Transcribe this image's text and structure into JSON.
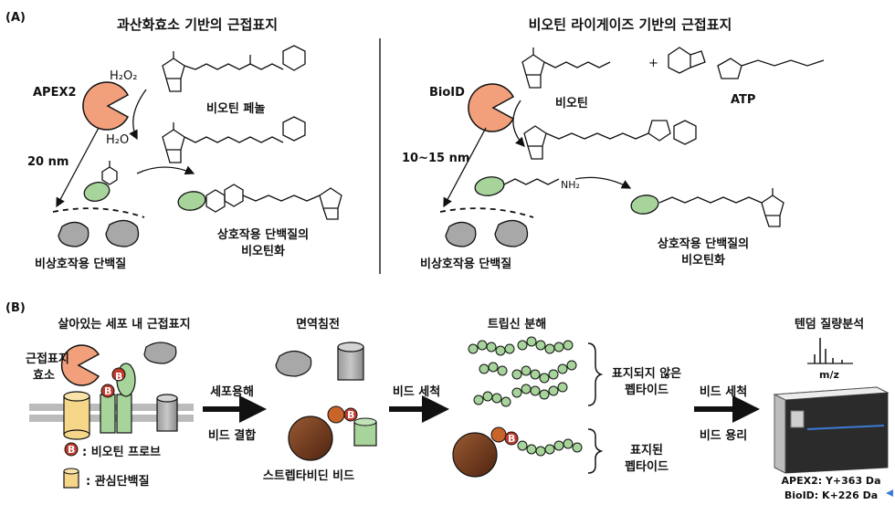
{
  "panel_a": {
    "label": "(A)",
    "left": {
      "title": "과산화효소 기반의 근접표지",
      "enzyme": "APEX2",
      "reagent_h2o2": "H₂O₂",
      "product_h2o": "H₂O",
      "substrate_name": "비오틴 페놀",
      "distance": "20 nm",
      "non_interacting": "비상호작용 단백질",
      "interacting_line1": "상호작용 단백질의",
      "interacting_line2": "비오틴화"
    },
    "right": {
      "title": "비오틴 라이게이즈 기반의 근접표지",
      "enzyme": "BioID",
      "biotin": "비오틴",
      "plus": "+",
      "atp": "ATP",
      "distance": "10~15 nm",
      "nh2": "NH₂",
      "non_interacting": "비상호작용 단백질",
      "interacting_line1": "상호작용 단백질의",
      "interacting_line2": "비오틴화"
    }
  },
  "panel_b": {
    "label": "(B)",
    "step1": "살아있는 세포 내 근접표지",
    "enzyme_line1": "근접표지",
    "enzyme_line2": "효소",
    "legend_probe": ": 비오틴 프로브",
    "legend_protein": ": 관심단백질",
    "probe_letter": "B",
    "arrow1_top": "세포용해",
    "arrow1_bottom": "비드 결합",
    "step2": "면역침전",
    "bead_label": "스트렙타비딘 비드",
    "arrow2": "비드 세척",
    "step3": "트립신 분해",
    "unlabeled_line1": "표지되지 않은",
    "unlabeled_line2": "펩타이드",
    "labeled_line1": "표지된",
    "labeled_line2": "펩타이드",
    "arrow3_top": "비드 세척",
    "arrow3_bottom": "비드 용리",
    "step4": "텐덤 질량분석",
    "mz": "m/z",
    "result1": "APEX2: Y+363 Da",
    "result2": "BioID: K+226 Da"
  },
  "colors": {
    "enzyme": "#f2a07b",
    "labeled_protein": "#a6d49a",
    "other_protein": "#a8a8a8",
    "bead": "#7a3e1f",
    "probe": "#c0392b",
    "protein_of_interest": "#f6d78a"
  }
}
